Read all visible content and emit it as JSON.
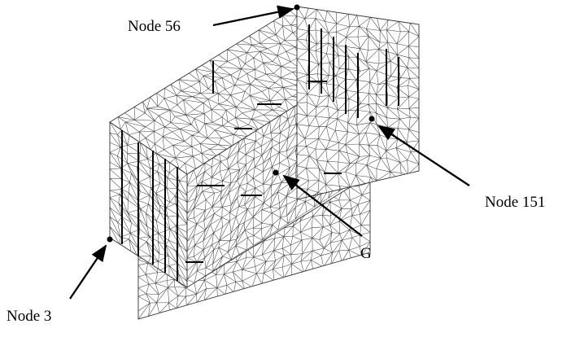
{
  "labels": {
    "node56": "Node 56",
    "node151": "Node 151",
    "g": "G",
    "node3": "Node 3"
  },
  "colors": {
    "mesh": "#444444",
    "ink": "#000000",
    "background": "#ffffff"
  }
}
